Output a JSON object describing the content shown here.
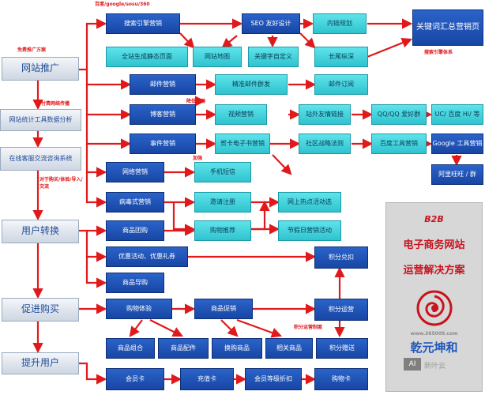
{
  "annotations": {
    "top_channels": "百度/google/sosu/360",
    "free_ads": "免费推广方案",
    "paid_media": "付费网络传播",
    "cost_reduce": "降低费用",
    "mid_conv": "对于购买/体验/导入/交流",
    "push": "加强",
    "seo_right": "搜索引擎体系",
    "scores_note": "积分运营制度"
  },
  "left_stages": {
    "promote": "网站推广",
    "stats": "网站统计工具数据分析",
    "online_service": "在线客服交流咨询系统",
    "convert": "用户转换",
    "buy": "促进购买",
    "retain": "提升用户"
  },
  "nodes": {
    "seo_marketing": "搜索引擎营销",
    "seo_design": "SEO 友好设计",
    "inner_links": "内链规划",
    "keyword_summary": "关键词汇总营销页",
    "static_pages": "全站生成静态页面",
    "site_map": "网站地图",
    "keyword_custom": "关键字自定义",
    "long_tail": "长尾纵深",
    "email_marketing": "邮件营销",
    "email_mass": "精准邮件群发",
    "email_subscribe": "邮件订阅",
    "blog_marketing": "博客营销",
    "video_marketing": "视频营销",
    "friend_links": "站外友情链接",
    "qq_share": "QQ/QQ 爱好群",
    "uc_baidu": "UC/ 百度 Hi/ 等",
    "event_marketing": "事件营销",
    "card_ebook": "贺卡电子书营销",
    "community_rules": "社区战略法则",
    "baidu_tools": "百度工具营销",
    "google_tools": "Google 工具营销",
    "aliwangwang": "阿里旺旺 / 群",
    "network_marketing": "网络营销",
    "sms": "手机短信",
    "viral_marketing": "病毒式营销",
    "invite_register": "邀请注册",
    "hot_activities": "网上热点活动选",
    "group_buy": "商品团购",
    "purchase_recommend": "购物推荐",
    "holiday_activities": "节假日营销活动",
    "coupons": "优惠活动、优惠礼券",
    "points_exchange": "积分兑扣",
    "product_guide": "商品导购",
    "shopping_experience": "购物体验",
    "product_promotion": "商品促销",
    "points_operation": "积分运营",
    "combo": "商品组合",
    "accessories": "商品配件",
    "exchange": "换购商品",
    "related": "相关商品",
    "points_gift": "积分赠送",
    "member_card": "会员卡",
    "recharge_card": "充值卡",
    "member_discount": "会员等级折扣",
    "shopping_card": "购物卡"
  },
  "panel": {
    "b2b": "B2B",
    "line1": "电子商务网站",
    "line2": "运营解决方案",
    "company": "乾元坤和",
    "url": "www.365009.com",
    "watermark_ai": "AI",
    "watermark_text": "新叶云"
  },
  "colors": {
    "blue_box": "#1f56bd",
    "teal_box": "#3fd0da",
    "arrow_red": "#e0191b",
    "label_red": "#e0191b",
    "panel_bg": "#d7d7d7"
  }
}
